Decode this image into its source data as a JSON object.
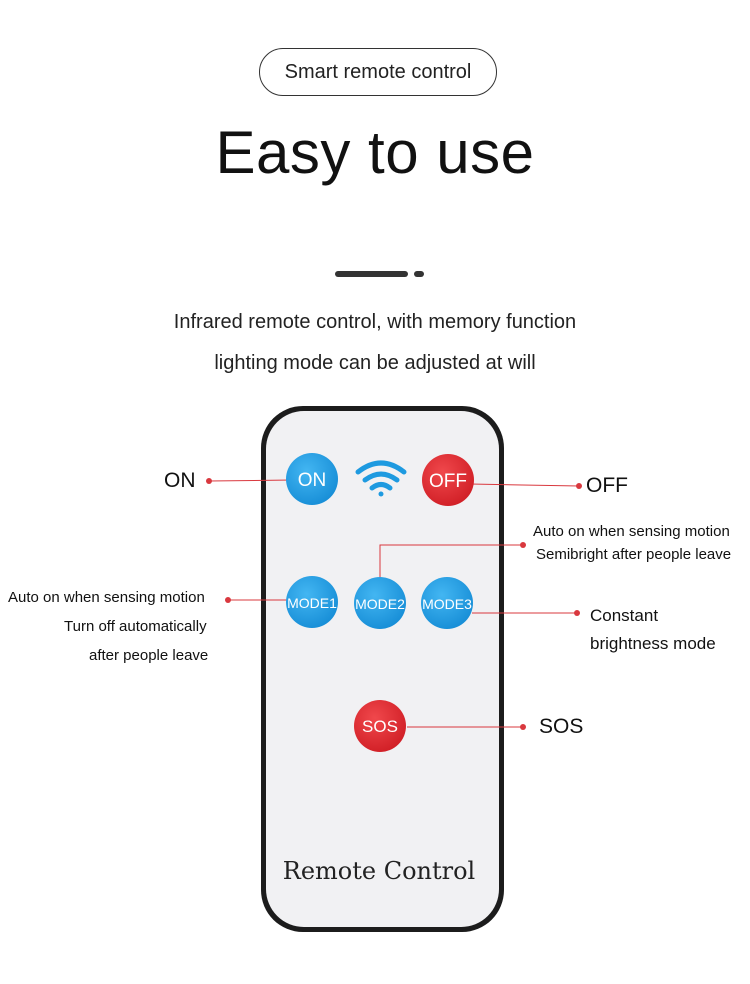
{
  "header": {
    "badge": "Smart remote control",
    "title": "Easy to use",
    "line1": "Infrared remote control, with memory function",
    "line2": "lighting mode can be adjusted at will"
  },
  "remote": {
    "buttons": {
      "on": "ON",
      "off": "OFF",
      "mode1": "MODE1",
      "mode2": "MODE2",
      "mode3": "MODE3",
      "sos": "SOS"
    },
    "brand": "Remote Control"
  },
  "callouts": {
    "on": "ON",
    "off": "OFF",
    "mode2_line1": "Auto on when sensing motion",
    "mode2_line2": "Semibright after people leave",
    "mode1_line1": "Auto on when sensing motion",
    "mode1_line2": "Turn off automatically",
    "mode1_line3": "after people leave",
    "mode3_line1": "Constant",
    "mode3_line2": "brightness mode",
    "sos": "SOS"
  },
  "colors": {
    "blue_button": "#1e9ae0",
    "red_button": "#e0262c",
    "callout_line": "#d9383e",
    "remote_body": "#f1f1f3",
    "remote_frame": "#1c1c1c"
  },
  "icons": {
    "signal": "wifi-signal-icon"
  }
}
